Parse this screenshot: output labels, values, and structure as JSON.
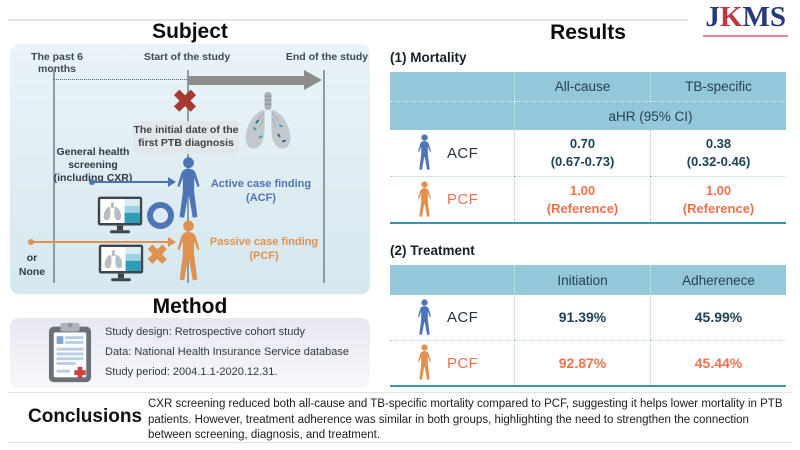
{
  "logo": {
    "j": "J",
    "k": "K",
    "m": "M",
    "s": "S"
  },
  "subject": {
    "title": "Subject",
    "timeline_past": "The past 6 months",
    "timeline_start": "Start of the study",
    "timeline_end": "End of the study",
    "diagnosis_note": "The initial date of the\nfirst PTB diagnosis",
    "screening_label": "General health\nscreening\n(including CXR)",
    "acf_label": "Active case finding\n(ACF)",
    "pcf_label": "Passive case finding\n(PCF)",
    "none_label": "or\nNone"
  },
  "method": {
    "title": "Method",
    "study_design": "Study design: Retrospective cohort study",
    "data_source": "Data: National Health Insurance Service database",
    "study_period": "Study period: 2004.1.1-2020.12.31."
  },
  "results": {
    "title": "Results",
    "mortality": {
      "label": "(1) Mortality",
      "header_col1": "All-cause",
      "header_col2": "TB-specific",
      "subheader": "aHR (95% CI)",
      "acf": {
        "label": "ACF",
        "all_cause": "0.70\n(0.67-0.73)",
        "tb_specific": "0.38\n(0.32-0.46)"
      },
      "pcf": {
        "label": "PCF",
        "all_cause": "1.00\n(Reference)",
        "tb_specific": "1.00\n(Reference)"
      }
    },
    "treatment": {
      "label": "(2) Treatment",
      "header_col1": "Initiation",
      "header_col2": "Adherenece",
      "acf": {
        "label": "ACF",
        "initiation": "91.39%",
        "adherence": "45.99%"
      },
      "pcf": {
        "label": "PCF",
        "initiation": "92.87%",
        "adherence": "45.44%"
      }
    }
  },
  "conclusions": {
    "title": "Conclusions",
    "text": "CXR screening reduced both all-cause and TB-specific mortality compared to PCF, suggesting it helps lower mortality in PTB patients. However, treatment adherence was similar in both groups, highlighting the need to strengthen the connection between screening, diagnosis, and treatment."
  },
  "colors": {
    "acf_blue": "#4d74b5",
    "pcf_orange": "#e0914f",
    "pcf_value_text": "#ee7150",
    "acf_value_text": "#1d4257",
    "table_header_bg": "#93c8da",
    "red_x": "#a63a32"
  }
}
